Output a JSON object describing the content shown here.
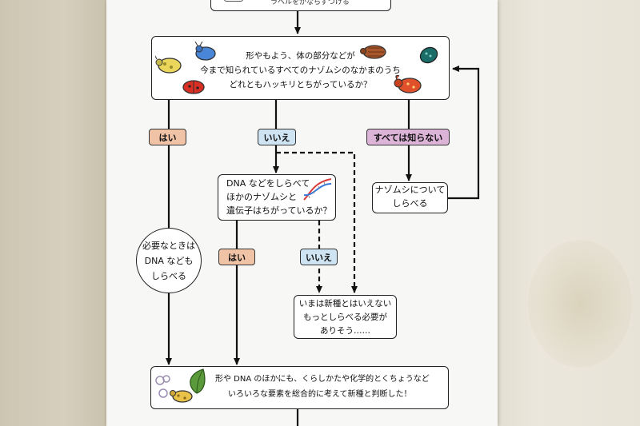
{
  "flowchart": {
    "top_box": {
      "text": "ラベルをかならずつける"
    },
    "question_box": {
      "lines": [
        "形やもよう、体の部分などが",
        "今まで知られているすべてのナゾムシのなかまのうち",
        "どれともハッキリとちがっているか？"
      ]
    },
    "answers": {
      "yes": "はい",
      "no": "いいえ",
      "unknown": "すべては知らない"
    },
    "dna_box": {
      "lines": [
        "DNA などをしらべて",
        "ほかのナゾムシと",
        "遺伝子はちがっているか？"
      ]
    },
    "investigate_box": {
      "lines": [
        "ナゾムシについて",
        "しらべる"
      ]
    },
    "note_circle": {
      "lines": [
        "必要なときは",
        "DNA なども",
        "しらべる"
      ]
    },
    "dna_answers": {
      "yes": "はい",
      "no": "いいえ"
    },
    "uncertain_box": {
      "lines": [
        "いまは新種とはいえない",
        "もっとしらべる必要が",
        "ありそう……"
      ]
    },
    "final_box": {
      "lines": [
        "形や DNA のほかにも、くらしかたや化学的とくちょうなど",
        "いろいろな要素を総合的に考えて新種と判断した！"
      ]
    }
  },
  "colors": {
    "tag_yes": "#f0c3a7",
    "tag_no": "#cfe4f2",
    "tag_unknown": "#dcb4d8"
  },
  "icons": [
    "beetle-icon",
    "dna-helix-icon",
    "leaf-icon"
  ]
}
